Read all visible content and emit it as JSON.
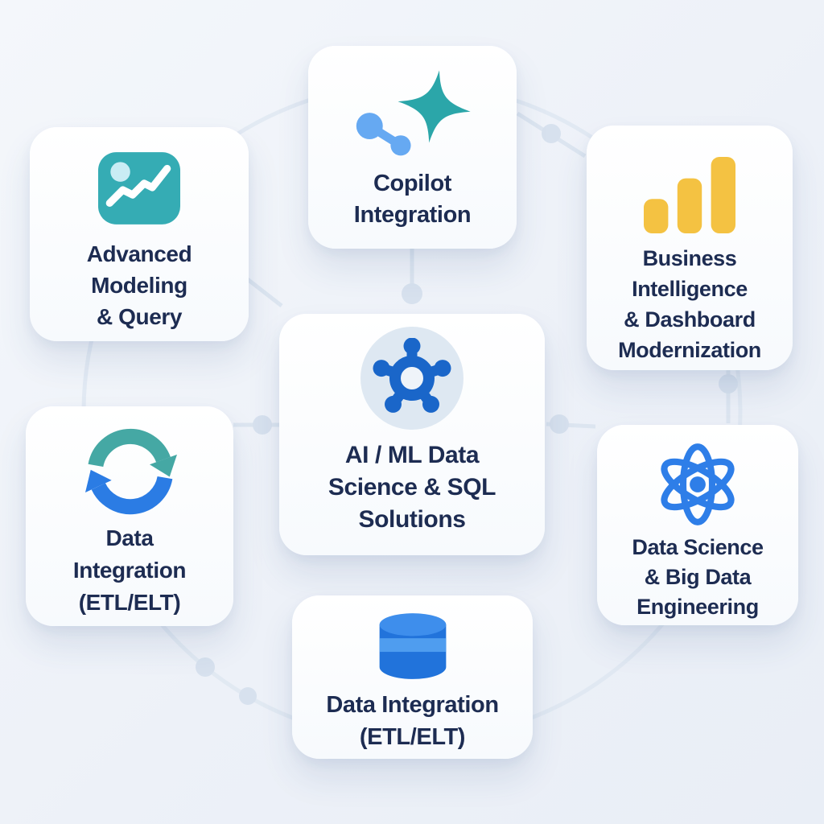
{
  "colors": {
    "background": "#EDF1F7",
    "card": "#FBFCFE",
    "text": "#1D2C52",
    "connector": "#DCE5F0",
    "node": "#D7E1EE",
    "sparkle_teal": "#2BA6A9",
    "dumbbell_blue": "#66A9F2",
    "modeling_teal": "#35ACB4",
    "modeling_dot": "#C9ECF4",
    "modeling_line": "#FFFFFF",
    "bar_yellow": "#F4C242",
    "hub_blue": "#1A66C9",
    "hub_circle_bg": "#DEE8F2",
    "sync_teal": "#45A8A4",
    "sync_blue": "#2B7CE4",
    "atom_blue": "#2E7EE8",
    "db_top": "#3E8EEC",
    "db_band": "#4F9DEF",
    "db_body": "#2173DB"
  },
  "cards": {
    "copilot": {
      "icon": "sparkle-link-icon",
      "lines": [
        "Copilot",
        "Integration"
      ]
    },
    "advanced": {
      "icon": "modeling-chart-icon",
      "lines": [
        "Advanced",
        "Modeling",
        "& Query"
      ]
    },
    "bi": {
      "icon": "bar-chart-icon",
      "lines": [
        "Business",
        "Intelligence",
        "& Dashboard",
        "Modernization"
      ]
    },
    "center": {
      "icon": "network-hub-icon",
      "lines": [
        "AI / ML Data",
        "Science & SQL",
        "Solutions"
      ]
    },
    "etl_left": {
      "icon": "sync-arrows-icon",
      "lines": [
        "Data",
        "Integration",
        "(ETL/ELT)"
      ]
    },
    "data_science": {
      "icon": "atom-icon",
      "lines": [
        "Data Science",
        "& Big Data",
        "Engineering"
      ]
    },
    "etl_bottom": {
      "icon": "database-icon",
      "lines": [
        "Data Integration",
        "(ETL/ELT)"
      ]
    }
  }
}
